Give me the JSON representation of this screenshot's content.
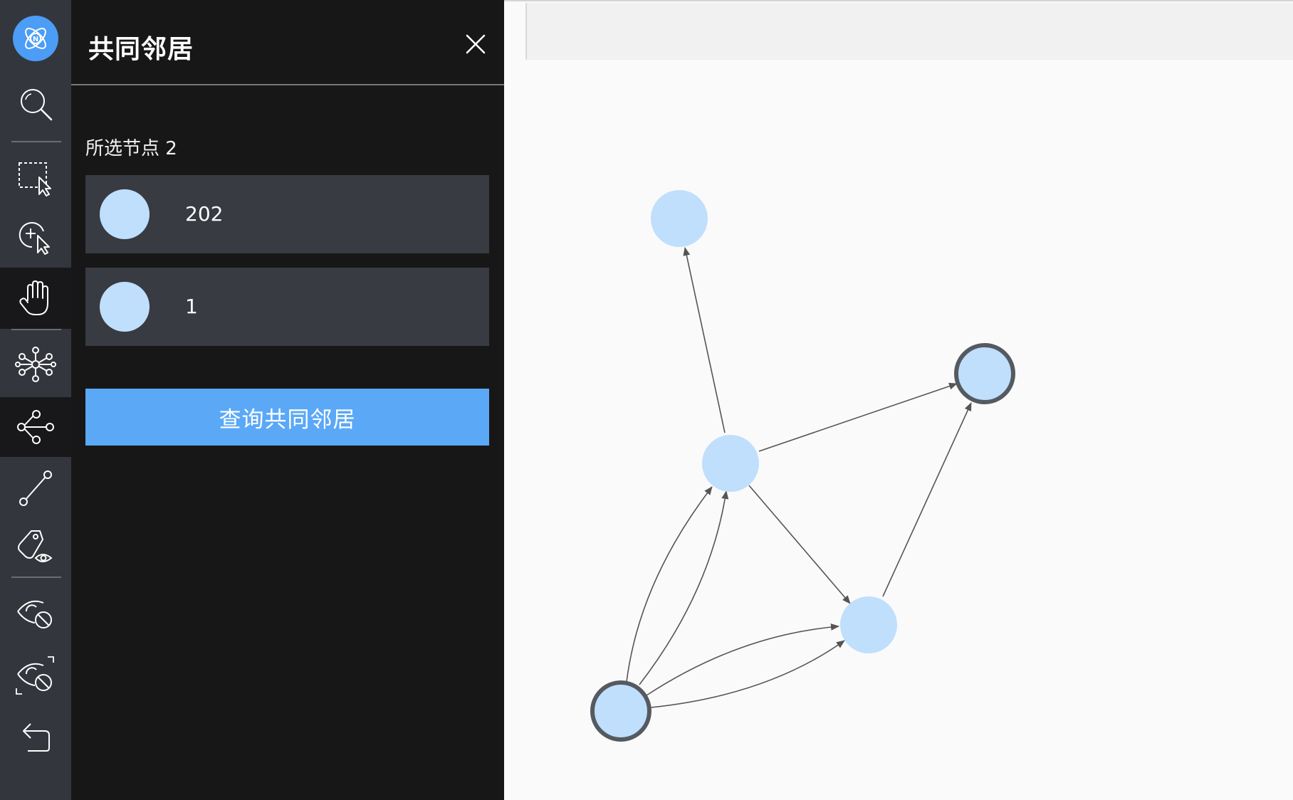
{
  "panel": {
    "title": "共同邻居",
    "selected_label": "所选节点 2",
    "selected_nodes": [
      {
        "id": "202",
        "color": "#bfdffc"
      },
      {
        "id": "1",
        "color": "#bfdffc"
      }
    ],
    "query_button": "查询共同邻居"
  },
  "toolbar": {
    "items": [
      {
        "icon": "logo-icon"
      },
      {
        "icon": "search-icon"
      },
      {
        "icon": "box-select-icon"
      },
      {
        "icon": "add-select-icon"
      },
      {
        "icon": "hand-pan-icon"
      },
      {
        "icon": "network-expand-icon"
      },
      {
        "icon": "share-neighbors-icon",
        "active": true
      },
      {
        "icon": "path-icon"
      },
      {
        "icon": "tag-view-icon"
      },
      {
        "icon": "hide-icon"
      },
      {
        "icon": "hide-reverse-icon"
      },
      {
        "icon": "undo-icon"
      }
    ]
  },
  "colors": {
    "accent": "#5ba8f7",
    "node_fill": "#bfdffc",
    "selected_stroke": "#555a60",
    "panel_bg": "#171717",
    "toolbar_bg": "#34363d"
  }
}
